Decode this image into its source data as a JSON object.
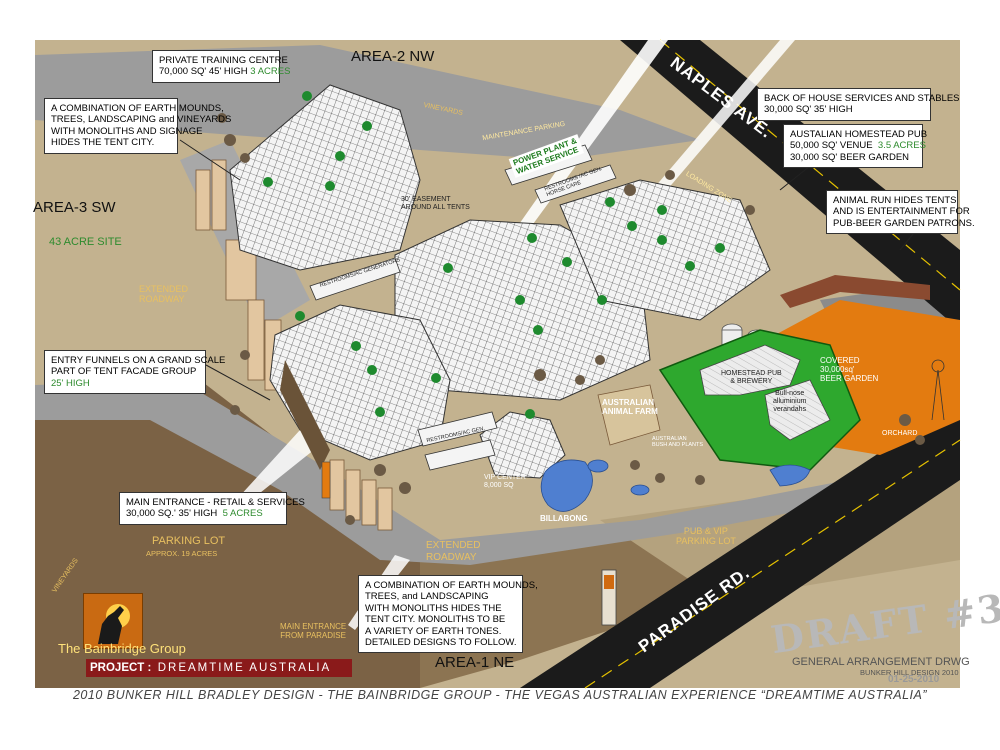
{
  "areas": {
    "nw": "AREA-2 NW",
    "sw": "AREA-3 SW",
    "ne": "AREA-1 NE",
    "site_size": "43 ACRE SITE"
  },
  "roads": {
    "naples": "NAPLES AVE.",
    "paradise": "PARADISE RD."
  },
  "callouts": {
    "training": {
      "line1": "PRIVATE TRAINING CENTRE",
      "line2": "70,000 SQ'   45' HIGH",
      "acres": "3 ACRES"
    },
    "mounds_top": {
      "lines": [
        "A COMBINATION OF EARTH MOUNDS,",
        "TREES, LANDSCAPING and VINEYARDS",
        "WITH MONOLITHS AND SIGNAGE",
        "HIDES THE TENT CITY."
      ]
    },
    "back_of_house": {
      "line1": "BACK OF HOUSE SERVICES AND STABLES",
      "line2": "30,000 SQ'   35' HIGH"
    },
    "pub": {
      "line1": "AUSTALIAN HOMESTEAD PUB",
      "line2": "50,000 SQ' VENUE",
      "acres": "3.5 ACRES",
      "line3": "30,000 SQ'  BEER GARDEN"
    },
    "animal_run": {
      "lines": [
        "ANIMAL RUN  HIDES TENTS",
        "AND IS ENTERTAINMENT FOR",
        "PUB-BEER GARDEN PATRONS."
      ]
    },
    "entry_funnels": {
      "line1": "ENTRY FUNNELS ON A GRAND SCALE",
      "line2": "PART OF TENT FACADE GROUP",
      "height": "25' HIGH"
    },
    "main_entrance": {
      "line1": "MAIN ENTRANCE - RETAIL & SERVICES",
      "line2": "30,000 SQ.'  35' HIGH",
      "acres": "5 ACRES"
    },
    "mounds_bottom": {
      "lines": [
        "A COMBINATION OF EARTH MOUNDS,",
        "TREES, and LANDSCAPING",
        "WITH MONOLITHS HIDES THE",
        "TENT CITY. MONOLITHS TO BE",
        "A VARIETY OF EARTH TONES.",
        "DETAILED DESIGNS TO FOLLOW."
      ]
    }
  },
  "map_labels": {
    "vineyards_top": "VINEYARDS",
    "maintenance_parking": "MAINTENANCE PARKING",
    "power_plant": [
      "POWER PLANT &",
      "WATER SERVICE"
    ],
    "restrooms_top": [
      "RESTROOMS /AC GEN.",
      "HORSE CARE"
    ],
    "easement": [
      "30' EASEMENT",
      "AROUND ALL TENTS"
    ],
    "loading_zone": "LOADING ZONE",
    "restrooms_mid": "RESTROOMS/AC GENERATORS",
    "extended_roadway_left": [
      "EXTENDED",
      "ROADWAY"
    ],
    "homestead_pub": [
      "HOMESTEAD PUB",
      "& BREWERY"
    ],
    "verandahs": [
      "Bull-nose",
      "alluminium",
      "verandahs"
    ],
    "covered_garden": [
      "COVERED",
      "30,000sq'",
      "BEER GARDEN"
    ],
    "animal_farm": [
      "AUSTRALIAN",
      "ANIMAL FARM"
    ],
    "bush_plants": [
      "AUSTRALIAN",
      "BUSH AND PLANTS"
    ],
    "orchard": "ORCHARD",
    "restrooms_low": "RESTROOMS/AC GEN.",
    "vip_center": [
      "VIP CENTER",
      "8,000 SQ"
    ],
    "billabong": "BILLABONG",
    "parking_lot": "PARKING LOT",
    "parking_acres": "APPROX. 19 ACRES",
    "extended_roadway_bottom": [
      "EXTENDED",
      "ROADWAY"
    ],
    "pub_vip_parking": [
      "PUB & VIP",
      "PARKING LOT"
    ],
    "vineyards_left": "VINEYARDS",
    "main_entrance_paradise": [
      "MAIN ENTRANCE",
      "FROM PARADISE"
    ]
  },
  "branding": {
    "group": "The Bainbridge Group",
    "project_label": "PROJECT :",
    "project_name": "DREAMTIME AUSTRALIA"
  },
  "title_block": {
    "draft": "DRAFT #3",
    "drawing": "GENERAL ARRANGEMENT DRWG",
    "designer": "BUNKER HILL DESIGN 2010",
    "date": "01-25-2010"
  },
  "footer": "2010  BUNKER HILL BRADLEY DESIGN - THE BAINBRIDGE GROUP - THE VEGAS AUSTRALIAN EXPERIENCE “DREAMTIME AUSTRALIA”",
  "colors": {
    "ground": "#bfae8e",
    "dirt": "#7d6546",
    "road": "#1a1a1a",
    "path": "#9a9a9a",
    "pub_green": "#2ea82e",
    "beer_garden": "#e37b10",
    "water": "#4f7fd0",
    "brand_red": "#8a1a1a"
  }
}
